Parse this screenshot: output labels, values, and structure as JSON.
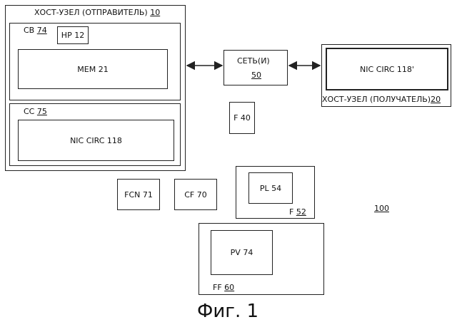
{
  "diagram": {
    "sender_host": {
      "label": "ХОСТ-УЗЕЛ (ОТПРАВИТЕЛЬ)",
      "num": "10"
    },
    "cb": {
      "label": "CB",
      "num": "74"
    },
    "hp": {
      "label": "HP",
      "num": "12"
    },
    "mem": {
      "label": "MEM",
      "num": "21"
    },
    "cc": {
      "label": "CC",
      "num": "75"
    },
    "nic_sender": {
      "label": "NIC CIRC",
      "num": "118"
    },
    "network": {
      "label": "СЕТЬ(И)",
      "num": "50"
    },
    "nic_receiver": {
      "label": "NIC CIRC",
      "num": "118'"
    },
    "receiver_host": {
      "label": "ХОСТ-УЗЕЛ (ПОЛУЧАТЕЛЬ)",
      "num": "20"
    },
    "f40": {
      "label": "F",
      "num": "40"
    },
    "fcn": {
      "label": "FCN",
      "num": "71"
    },
    "cf": {
      "label": "CF",
      "num": "70"
    },
    "pl": {
      "label": "PL",
      "num": "54"
    },
    "f52": {
      "label": "F",
      "num": "52"
    },
    "system": {
      "num": "100"
    },
    "pv": {
      "label": "PV",
      "num": "74"
    },
    "ff": {
      "label": "FF",
      "num": "60"
    }
  },
  "caption": "Фиг. 1"
}
